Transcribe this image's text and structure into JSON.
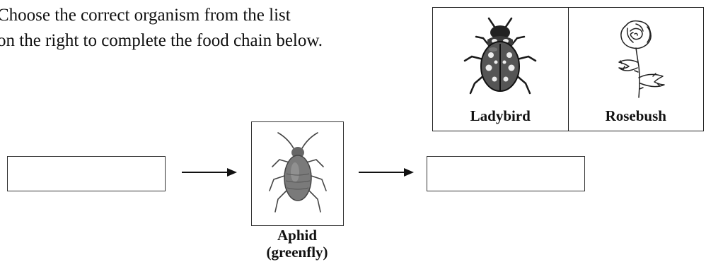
{
  "question": {
    "line1": "Choose the correct organism from the list",
    "line2": "on the right to complete the food chain below."
  },
  "options": [
    {
      "label": "Ladybird",
      "icon": "ladybird-icon"
    },
    {
      "label": "Rosebush",
      "icon": "rose-icon"
    }
  ],
  "chain": {
    "middle_name": "Aphid",
    "middle_alt": "(greenfly)",
    "middle_icon": "aphid-icon"
  }
}
